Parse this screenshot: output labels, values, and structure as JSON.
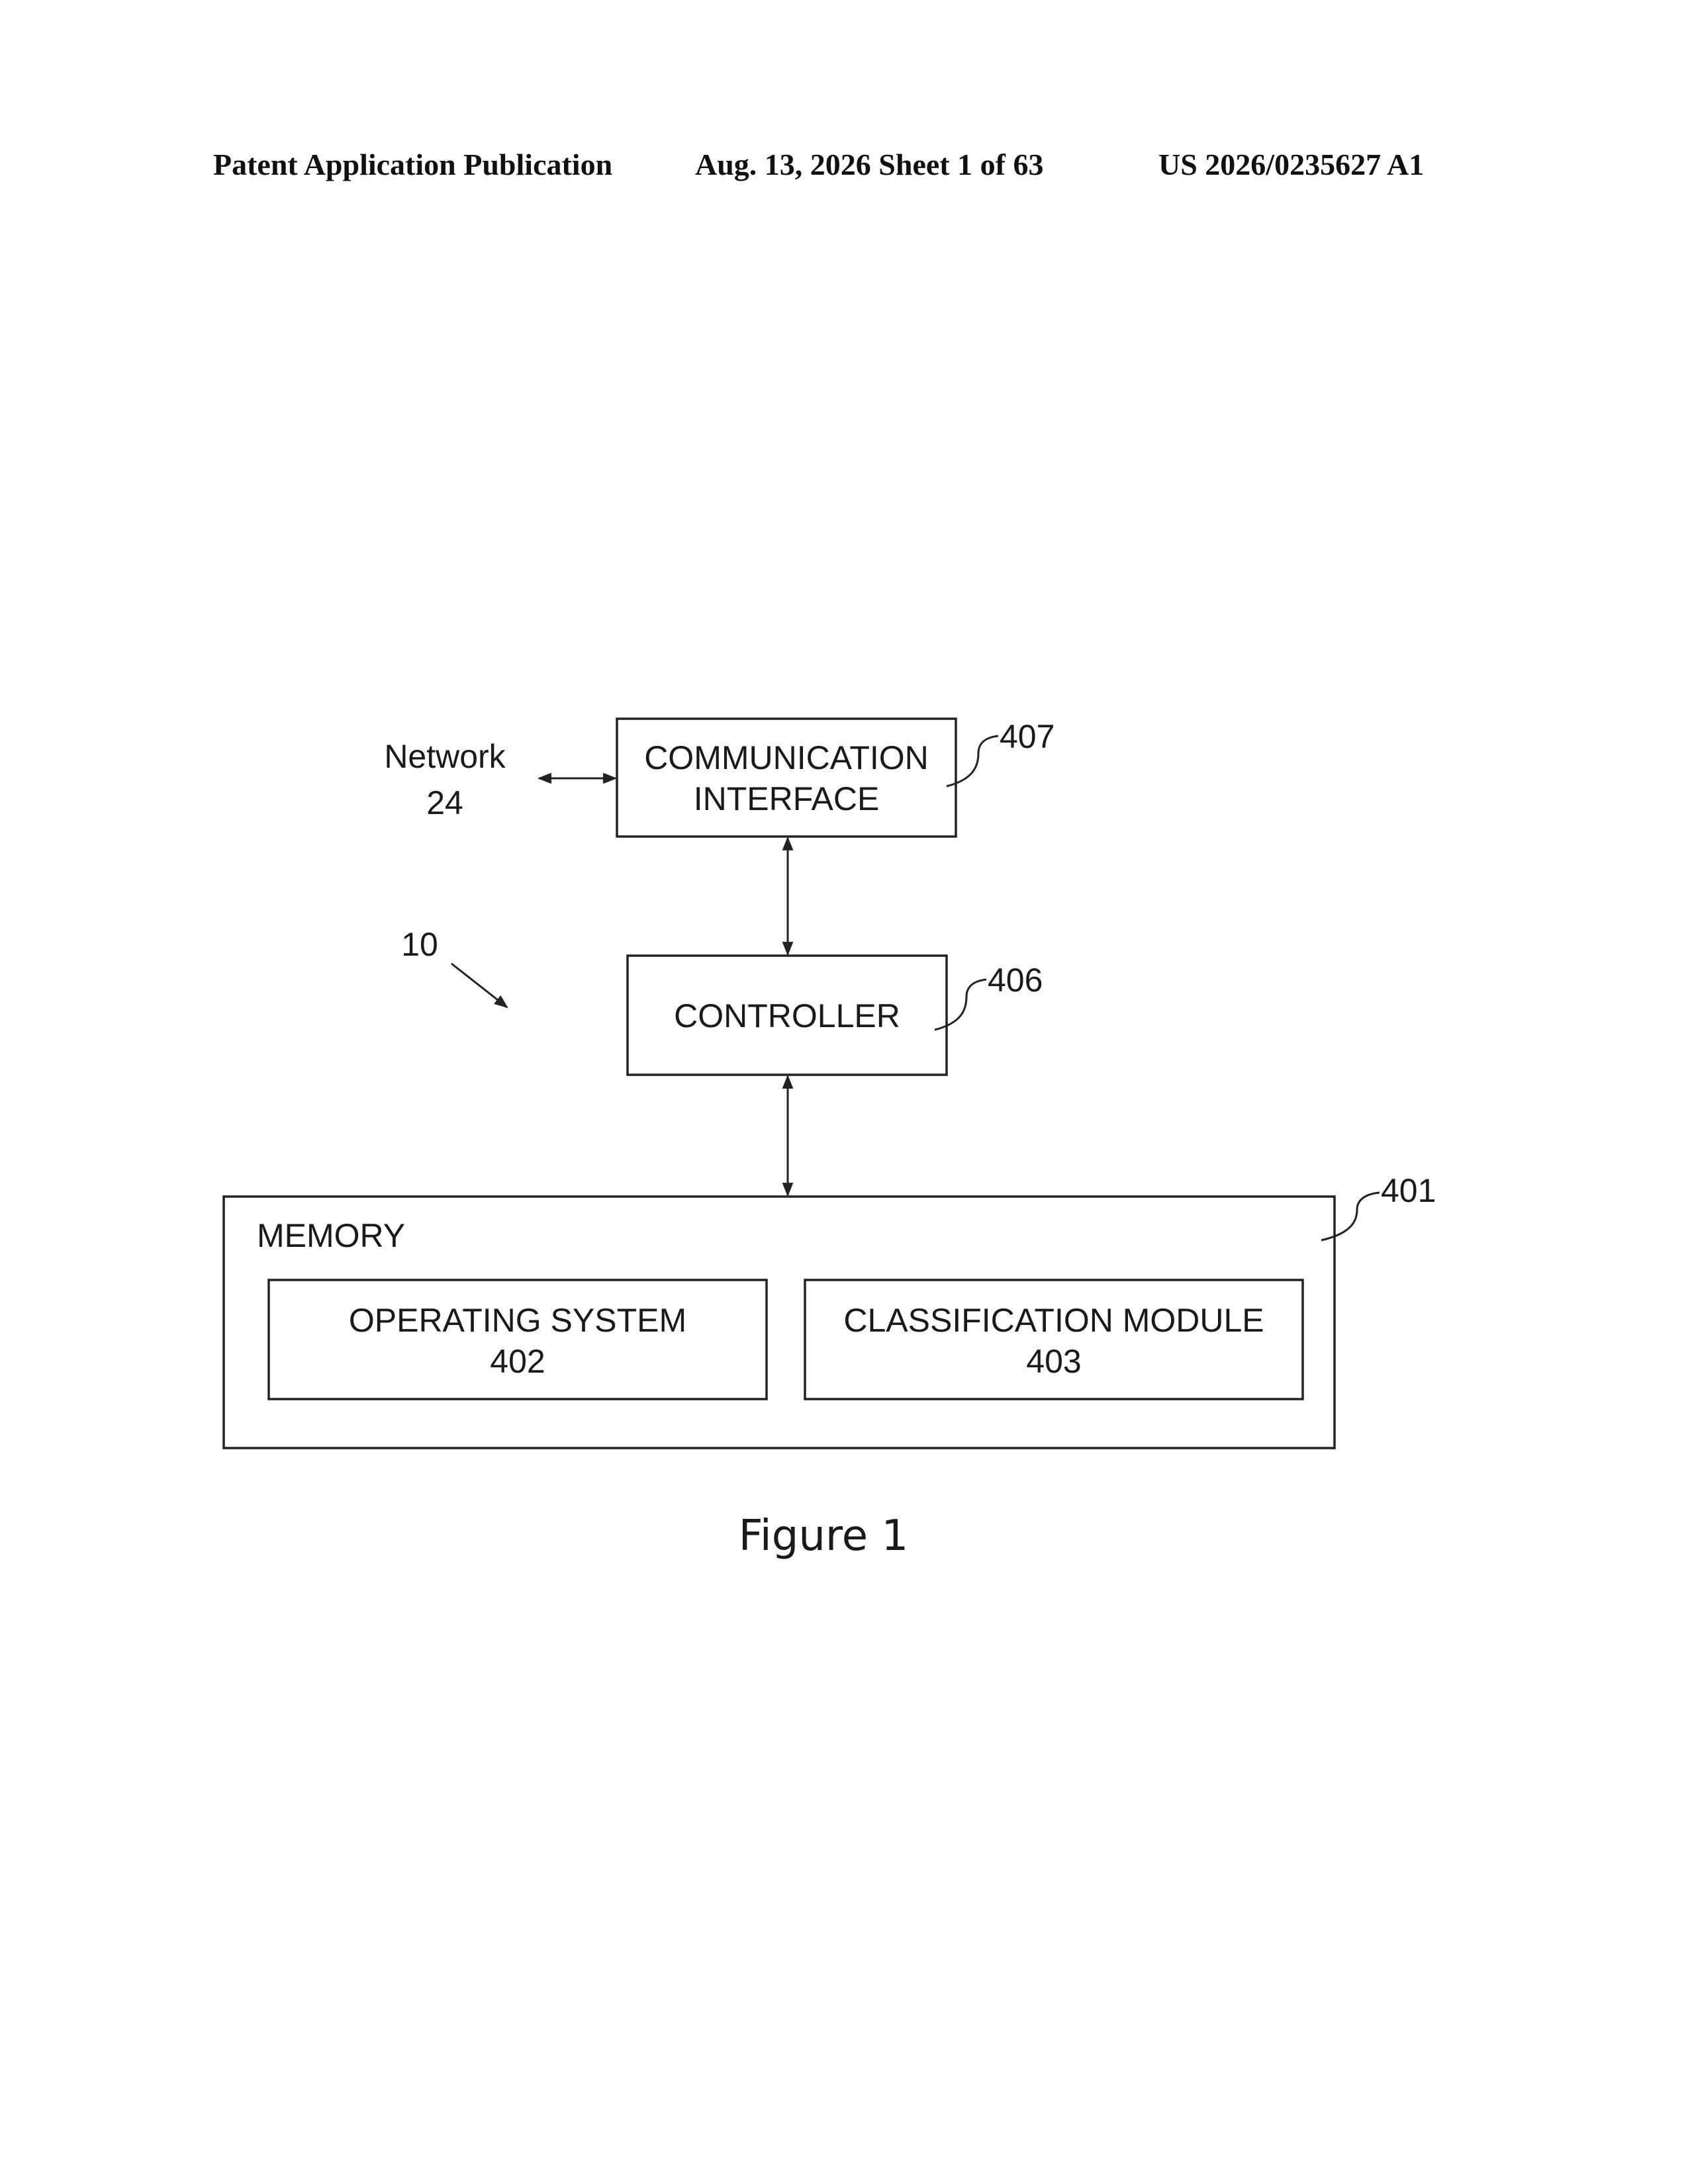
{
  "header": {
    "publication_type": "Patent Application Publication",
    "date_sheet": "Aug. 13, 2026  Sheet 1 of 63",
    "publication_number": "US 2026/0235627 A1"
  },
  "diagram": {
    "network": {
      "label": "Network",
      "ref": "24"
    },
    "system_ref": "10",
    "communication_interface": {
      "line1": "COMMUNICATION",
      "line2": "INTERFACE",
      "ref": "407"
    },
    "controller": {
      "label": "CONTROLLER",
      "ref": "406"
    },
    "memory": {
      "label": "MEMORY",
      "ref": "401",
      "operating_system": {
        "label": "OPERATING SYSTEM",
        "ref": "402"
      },
      "classification_module": {
        "label": "CLASSIFICATION MODULE",
        "ref": "403"
      }
    }
  },
  "caption": "Figure 1"
}
